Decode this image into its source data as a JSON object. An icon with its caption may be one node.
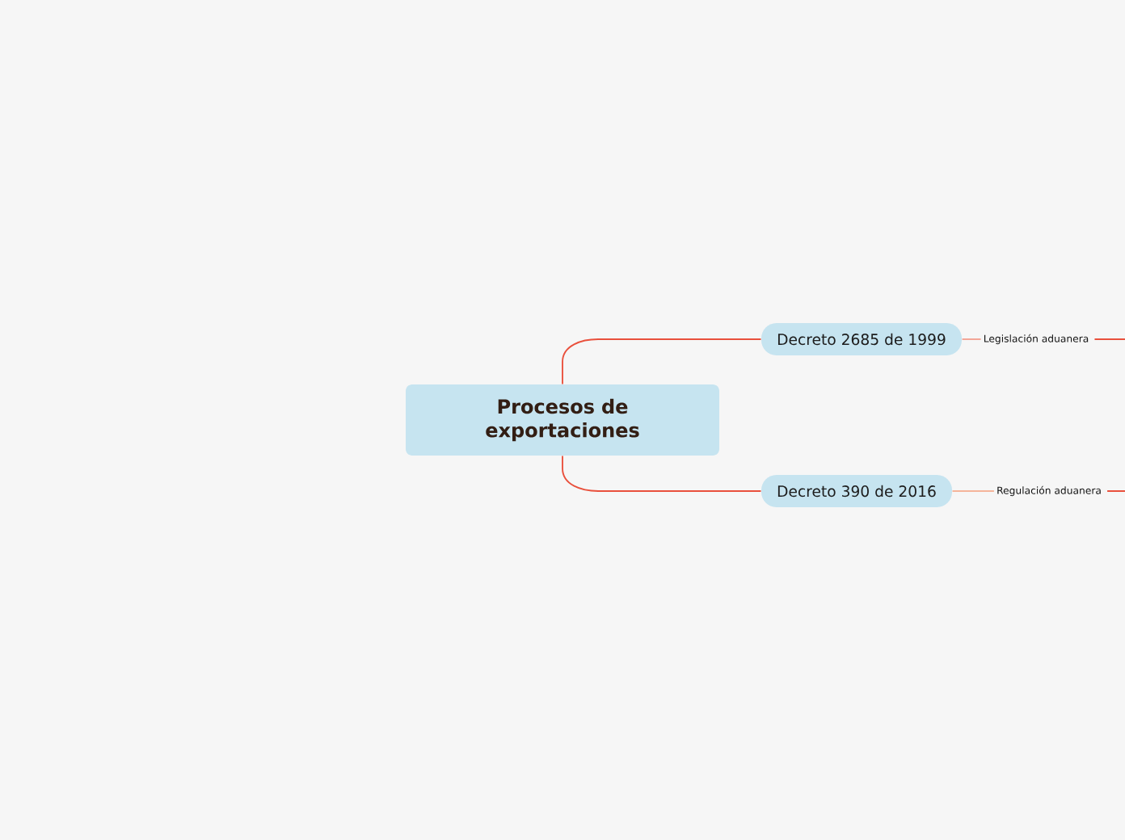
{
  "diagram": {
    "nodes": [
      {
        "text": [
          "Procesos de exportaciones"
        ]
      },
      {
        "text": [
          "Decreto 2685 de 1999"
        ]
      },
      {
        "text": [
          "Decreto 390 de 2016"
        ]
      },
      {
        "text": [
          "Legislación aduanera"
        ]
      },
      {
        "text": [
          "Regulación aduanera"
        ]
      }
    ],
    "edges": [
      {
        "from": 0,
        "to": 1,
        "arrow": "none",
        "color": "#e9503c"
      },
      {
        "from": 0,
        "to": 2,
        "arrow": "none",
        "color": "#e9503c"
      },
      {
        "from": 1,
        "to": 3,
        "arrow": "none",
        "color": "#f2a090"
      },
      {
        "from": 2,
        "to": 4,
        "arrow": "none",
        "color": "#f5b49a"
      },
      {
        "from": 3,
        "to": null,
        "arrow": "none",
        "color": "#e9503c"
      },
      {
        "from": 4,
        "to": null,
        "arrow": "none",
        "color": "#e9503c"
      }
    ]
  }
}
